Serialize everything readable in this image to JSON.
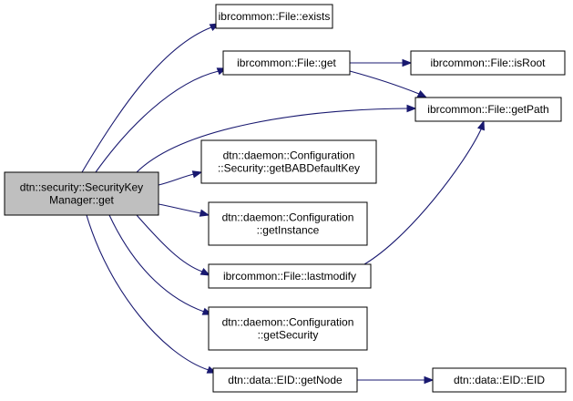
{
  "graph": {
    "root": {
      "lines": [
        "dtn::security::SecurityKey",
        "Manager::get"
      ],
      "fill": "#bfbfbf"
    },
    "nodes": {
      "exists": {
        "lines": [
          "ibrcommon::File::exists"
        ]
      },
      "get": {
        "lines": [
          "ibrcommon::File::get"
        ]
      },
      "isRoot": {
        "lines": [
          "ibrcommon::File::isRoot"
        ]
      },
      "getPath": {
        "lines": [
          "ibrcommon::File::getPath"
        ]
      },
      "babkey": {
        "lines": [
          "dtn::daemon::Configuration",
          "::Security::getBABDefaultKey"
        ]
      },
      "instance": {
        "lines": [
          "dtn::daemon::Configuration",
          "::getInstance"
        ]
      },
      "lastmodify": {
        "lines": [
          "ibrcommon::File::lastmodify"
        ]
      },
      "security": {
        "lines": [
          "dtn::daemon::Configuration",
          "::getSecurity"
        ]
      },
      "getNode": {
        "lines": [
          "dtn::data::EID::getNode"
        ]
      },
      "eid": {
        "lines": [
          "dtn::data::EID::EID"
        ]
      }
    },
    "edges": [
      {
        "from": "root",
        "to": "exists"
      },
      {
        "from": "root",
        "to": "get"
      },
      {
        "from": "root",
        "to": "getPath"
      },
      {
        "from": "root",
        "to": "babkey"
      },
      {
        "from": "root",
        "to": "instance"
      },
      {
        "from": "root",
        "to": "lastmodify"
      },
      {
        "from": "root",
        "to": "security"
      },
      {
        "from": "root",
        "to": "getNode"
      },
      {
        "from": "get",
        "to": "isRoot"
      },
      {
        "from": "get",
        "to": "getPath"
      },
      {
        "from": "lastmodify",
        "to": "getPath"
      },
      {
        "from": "getNode",
        "to": "eid"
      }
    ],
    "colors": {
      "edge": "#191970",
      "node_fill": "#ffffff",
      "node_border": "#000000"
    }
  }
}
